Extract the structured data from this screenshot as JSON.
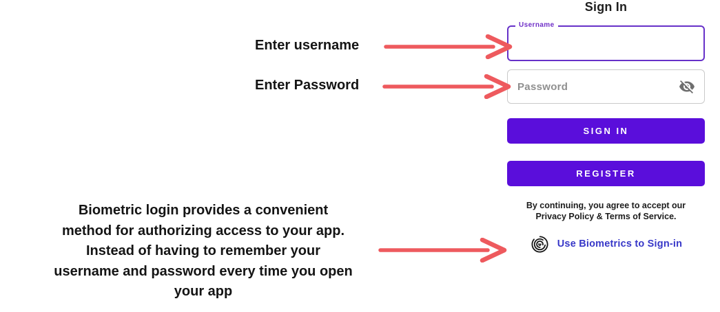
{
  "colors": {
    "accent": "#5a0edb",
    "field-border": "#6630c8",
    "field-label": "#7030c8",
    "arrow": "#ee5a5e",
    "link": "#3737c8",
    "ink": "#1b1b1b"
  },
  "form": {
    "title": "Sign In",
    "username": {
      "label": "Username",
      "value": ""
    },
    "password": {
      "placeholder": "Password",
      "value": ""
    },
    "sign_in_button": "SIGN IN",
    "register_button": "REGISTER",
    "terms_lines": [
      "By continuing, you agree to accept our",
      "Privacy Policy & Terms of Service."
    ],
    "biometrics_link": "Use Biometrics to Sign-in"
  },
  "annotations": {
    "username_hint": "Enter username",
    "password_hint": "Enter Password",
    "biometric_note_lines": [
      "Biometric login provides a convenient",
      "method for authorizing access to your app.",
      "Instead of having to remember your",
      "username and password every time you open",
      "your app"
    ]
  },
  "icons": {
    "password_visibility": "visibility-off-icon",
    "biometrics": "fingerprint-icon",
    "annotation_pointer": "red-arrow-icon"
  }
}
